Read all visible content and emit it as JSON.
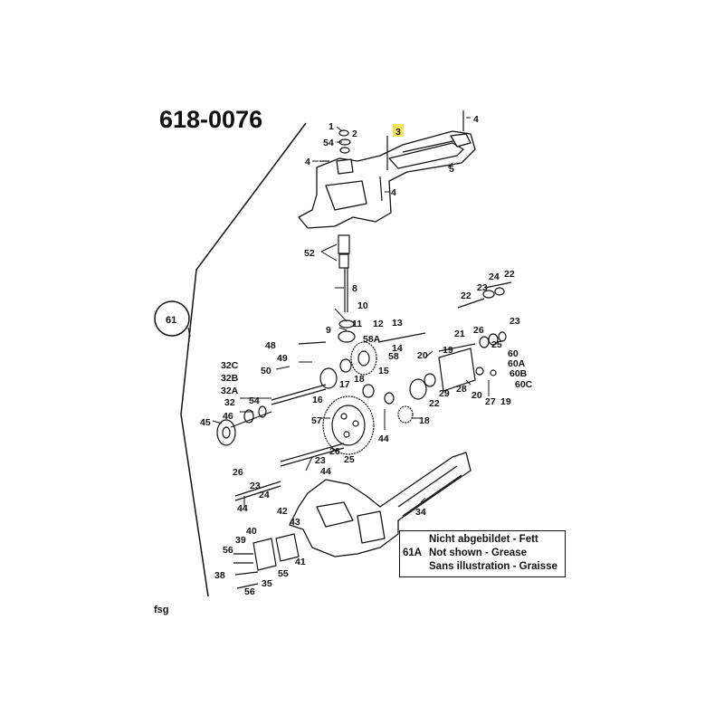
{
  "title": "618-0076",
  "footer": "fsg",
  "legend": {
    "key": "61A",
    "lines": [
      "Nicht abgebildet - Fett",
      "Not shown - Grease",
      "Sans illustration - Graisse"
    ]
  },
  "callout_circle": "61",
  "highlight_color": "#f5e35a",
  "labels": [
    "1",
    "2",
    "54",
    "4",
    "3",
    "4",
    "5",
    "4",
    "52",
    "8",
    "10",
    "11",
    "12",
    "13",
    "9",
    "58A",
    "14",
    "58",
    "15",
    "17",
    "18",
    "48",
    "49",
    "50",
    "16",
    "32C",
    "32B",
    "32A",
    "32",
    "54",
    "46",
    "45",
    "57",
    "44",
    "23",
    "26",
    "25",
    "26",
    "23",
    "24",
    "44",
    "19",
    "20",
    "21",
    "22",
    "23",
    "24",
    "22",
    "26",
    "23",
    "25",
    "60",
    "60A",
    "60B",
    "60C",
    "28",
    "29",
    "22",
    "27",
    "19",
    "20",
    "18",
    "44",
    "34",
    "40",
    "42",
    "43",
    "39",
    "56",
    "41",
    "55",
    "38",
    "35",
    "56"
  ]
}
